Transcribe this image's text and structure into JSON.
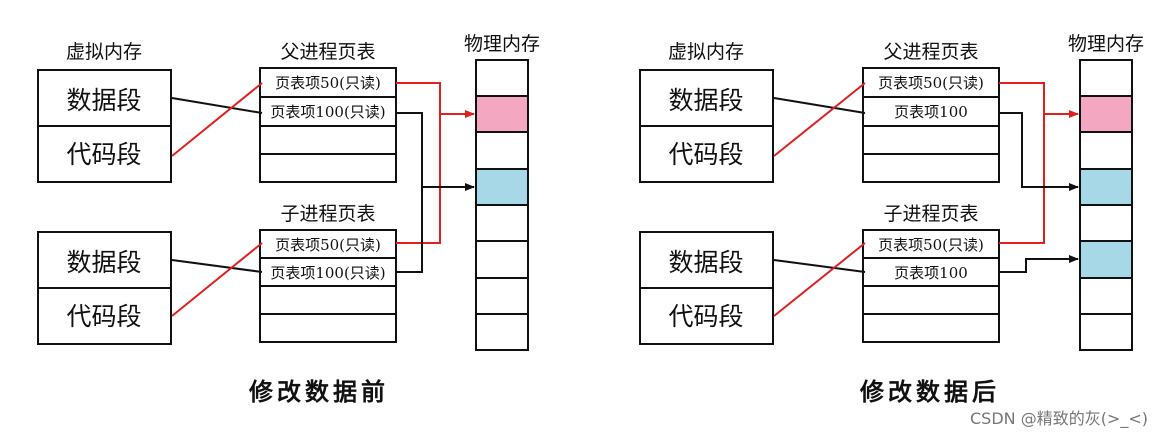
{
  "before": {
    "caption": "修改数据前",
    "virtual_memory_label": "虚拟内存",
    "parent_table_label": "父进程页表",
    "child_table_label": "子进程页表",
    "physical_memory_label": "物理内存",
    "parent_segments": [
      "数据段",
      "代码段"
    ],
    "child_segments": [
      "数据段",
      "代码段"
    ],
    "parent_entries": [
      "页表项50(只读)",
      "页表项100(只读)"
    ],
    "child_entries": [
      "页表项50(只读)",
      "页表项100(只读)"
    ]
  },
  "after": {
    "caption": "修改数据后",
    "virtual_memory_label": "虚拟内存",
    "parent_table_label": "父进程页表",
    "child_table_label": "子进程页表",
    "physical_memory_label": "物理内存",
    "parent_segments": [
      "数据段",
      "代码段"
    ],
    "child_segments": [
      "数据段",
      "代码段"
    ],
    "parent_entries": [
      "页表项50(只读)",
      "页表项100"
    ],
    "child_entries": [
      "页表项50(只读)",
      "页表项100"
    ]
  },
  "colors": {
    "pink_page": "#f4a7c0",
    "blue_page": "#a6d8e8",
    "red_arrow": "#e02020",
    "black_arrow": "#111111"
  },
  "watermark": "CSDN @精致的灰(>_<)"
}
